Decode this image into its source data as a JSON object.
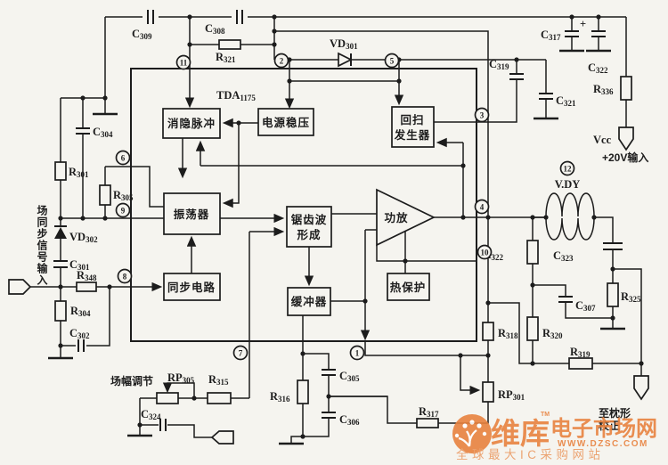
{
  "ic": {
    "name": "TDA1175"
  },
  "blocks": {
    "blanking": "消隐脉冲",
    "regulator": "电源稳压",
    "flyback_1": "回扫",
    "flyback_2": "发生器",
    "oscillator": "振荡器",
    "sawtooth_1": "锯齿波",
    "sawtooth_2": "形成",
    "amplifier": "功放",
    "sync": "同步电路",
    "buffer": "缓冲器",
    "thermal": "热保护"
  },
  "refs": {
    "c309": "C309",
    "c308": "C308",
    "r321": "R321",
    "vd301": "VD301",
    "c317": "C317",
    "c322": "C322",
    "r336": "R336",
    "c319": "C319",
    "c321": "C321",
    "c304": "C304",
    "r301": "R301",
    "r305": "R305",
    "vd302": "VD302",
    "c301": "C301",
    "r348": "R348",
    "r304": "R304",
    "c302": "C302",
    "rp305": "RP305",
    "r315": "R315",
    "c324": "C324",
    "r316": "R316",
    "c305": "C305",
    "c306": "C306",
    "r317": "R317",
    "rp301": "RP301",
    "r318": "R318",
    "r322": "R322",
    "r320": "R320",
    "r319": "R319",
    "c307": "C307",
    "c323": "C323",
    "r325": "R325",
    "vdy": "V.DY"
  },
  "pins": {
    "p1": "1",
    "p2": "2",
    "p3": "3",
    "p4": "4",
    "p5": "5",
    "p6": "6",
    "p7": "7",
    "p8": "8",
    "p9": "9",
    "p10": "10",
    "p11": "11",
    "p12": "12"
  },
  "labels": {
    "vcc": "Vcc",
    "plus20": "+20V输入",
    "sync_input": "场同步信号输入",
    "height_adj": "场幅调节",
    "pincushion_1": "至枕形",
    "pincushion_2": "校正",
    "polarity_plus": "+"
  },
  "watermark": {
    "brand": "维库",
    "tm": "TM",
    "market": "电子市场网",
    "url": "WWW.DZSC.COM",
    "tagline": "全球最大IC采购网站"
  },
  "colors": {
    "ink": "#1c1c1c",
    "paper": "#f5f4ef",
    "watermark_orange": "#e8823f",
    "watermark_light": "#eb9b64"
  }
}
